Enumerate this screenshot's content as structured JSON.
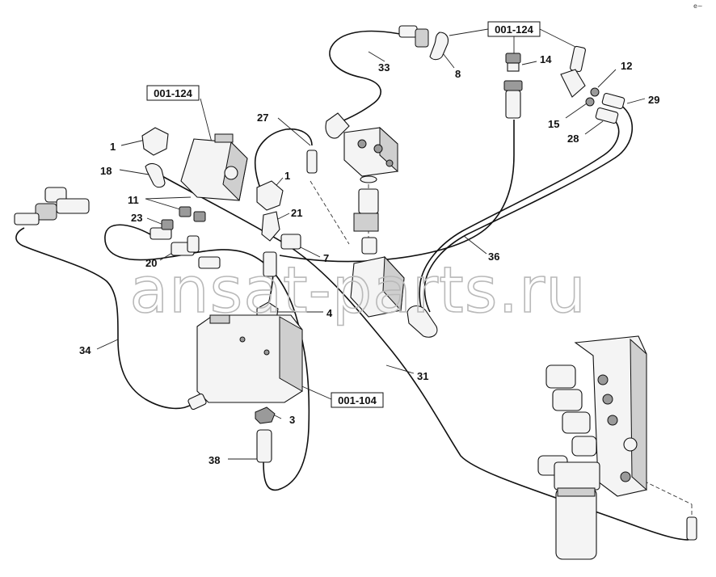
{
  "diagram": {
    "corner_mark": "e~",
    "watermark": "ansat-parts.ru",
    "reference_labels": {
      "ref_top_right": "001-124",
      "ref_left": "001-124",
      "ref_bottom": "001-104"
    },
    "callouts": {
      "c1_left": "1",
      "c1_mid": "1",
      "c3": "3",
      "c4": "4",
      "c7": "7",
      "c8": "8",
      "c11": "11",
      "c12": "12",
      "c14": "14",
      "c15": "15",
      "c18": "18",
      "c20": "20",
      "c21": "21",
      "c23": "23",
      "c27": "27",
      "c28": "28",
      "c29": "29",
      "c31": "31",
      "c33": "33",
      "c34": "34",
      "c36": "36",
      "c38": "38"
    }
  }
}
